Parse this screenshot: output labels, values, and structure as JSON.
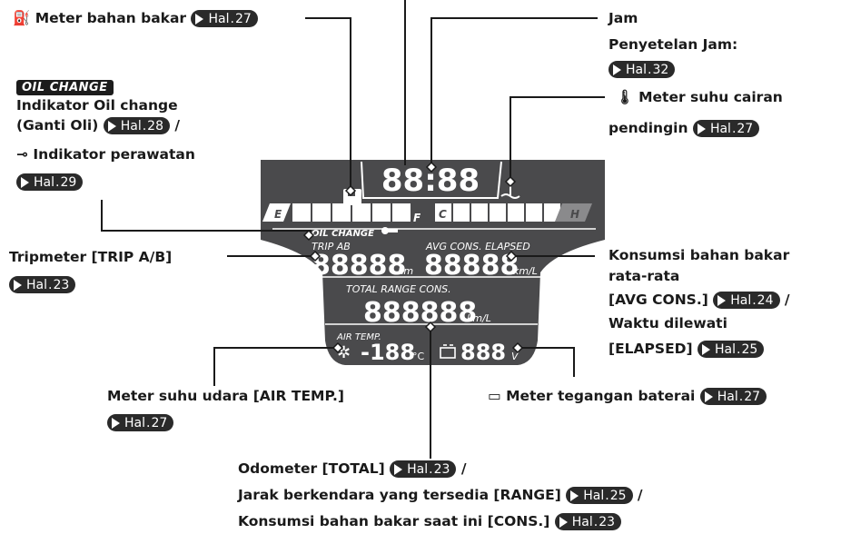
{
  "ref_prefix": "Hal",
  "labels": {
    "fuel_meter": "Meter bahan bakar",
    "fuel_meter_page": "27",
    "clock": "Jam",
    "clock_setting": "Penyetelan Jam:",
    "clock_setting_page": "32",
    "coolant_line1": "Meter suhu cairan",
    "coolant_line2": "pendingin",
    "coolant_page": "27",
    "oil_badge": "OIL CHANGE",
    "oil_line1": "Indikator Oil change",
    "oil_line2": "(Ganti Oli)",
    "oil_page": "28",
    "maint_label": "Indikator perawatan",
    "maint_page": "29",
    "trip_label": "Tripmeter [TRIP A/B]",
    "trip_page": "23",
    "avg_line1": "Konsumsi bahan bakar",
    "avg_line2": "rata-rata",
    "avg_line3": "[AVG CONS.]",
    "avg_page": "24",
    "elapsed_line1": "Waktu dilewati",
    "elapsed_line2": "[ELAPSED]",
    "elapsed_page": "25",
    "air_temp_label": "Meter suhu udara [AIR TEMP.]",
    "air_temp_page": "27",
    "battery_label": "Meter tegangan baterai",
    "battery_page": "27",
    "odo_label": "Odometer [TOTAL]",
    "odo_page": "23",
    "range_label": "Jarak berkendara yang tersedia [RANGE]",
    "range_page": "25",
    "cons_label": "Konsumsi bahan bakar saat ini [CONS.]",
    "cons_page": "23",
    "slash": "/"
  },
  "display": {
    "clock_digits": "88:88",
    "fuel_e": "E",
    "fuel_f": "F",
    "temp_c": "C",
    "temp_h": "H",
    "oil_change": "OIL CHANGE",
    "trip_ab": "TRIP AB",
    "trip_digits": "88888",
    "km": "km",
    "avg_cons_elapsed": "AVG CONS. ELAPSED",
    "avg_digits": "88888",
    "km_per_l": "km/L",
    "total_range_cons": "TOTAL RANGE CONS.",
    "total_digits": "888888",
    "total_unit": "km/L",
    "air_temp": "AIR TEMP.",
    "air_digits": "-188",
    "celsius": "°C",
    "volt_digits": "888",
    "volt": "V"
  },
  "colors": {
    "panel": "#4a4a4c",
    "lcd_text": "#ffffff",
    "badge_bg": "#2a2a2a"
  }
}
